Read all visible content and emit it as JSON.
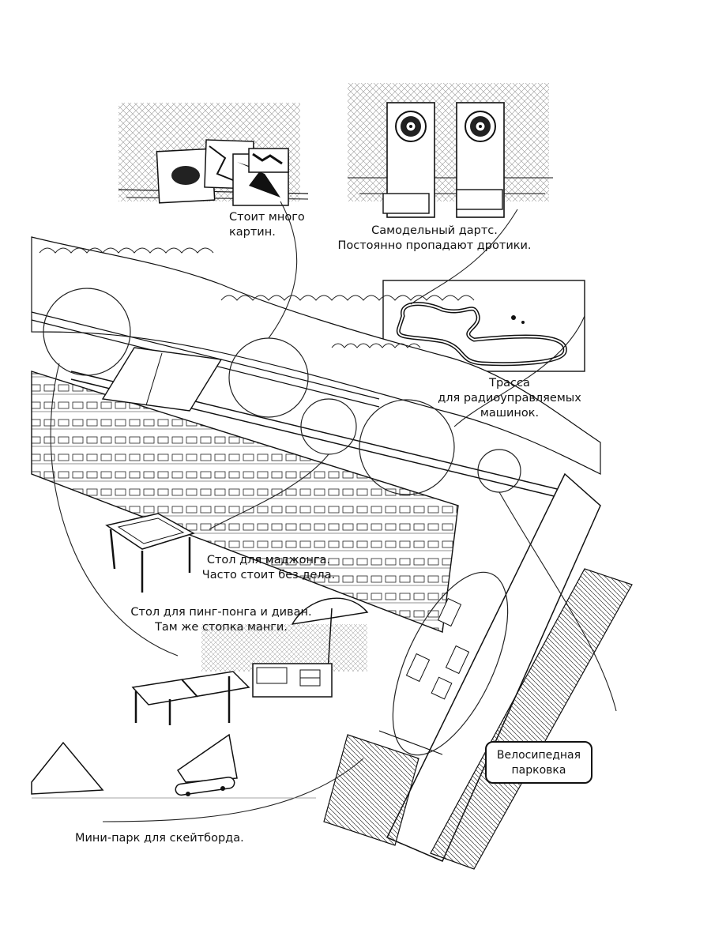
{
  "captions": {
    "pictures": [
      "Стоит много",
      "картин."
    ],
    "darts": [
      "Самодельный дартс.",
      "Постоянно пропадают дротики."
    ],
    "track": [
      "Трасса",
      "для радиоуправляемых",
      "машинок."
    ],
    "mahjong": [
      "Стол для маджонга.",
      "Часто стоит без дела."
    ],
    "pingpong": [
      "Стол для пинг-понга и диван.",
      "Там же стопка манги."
    ],
    "bike_parking": [
      "Велосипедная",
      "парковка"
    ],
    "skatepark": "Мини-парк для скейтборда."
  },
  "colors": {
    "ink": "#111111",
    "paper": "#ffffff"
  }
}
